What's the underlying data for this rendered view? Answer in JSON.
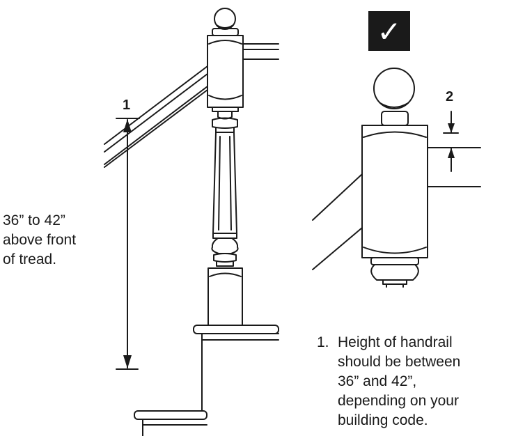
{
  "labels": {
    "dimension_1": "1",
    "dimension_2": "2"
  },
  "check_badge": {
    "icon": "checkmark-icon",
    "glyph": "✓",
    "background": "#1a1a1a",
    "color": "#ffffff"
  },
  "height_note": {
    "lines": [
      "36” to 42”",
      "above front",
      "of tread."
    ]
  },
  "notes": [
    {
      "marker": "1.",
      "lines": [
        "Height of handrail",
        "should be between",
        "36” and 42”,",
        "depending on your",
        "building code."
      ]
    }
  ],
  "colors": {
    "ink": "#1a1a1a",
    "paper": "#ffffff"
  }
}
